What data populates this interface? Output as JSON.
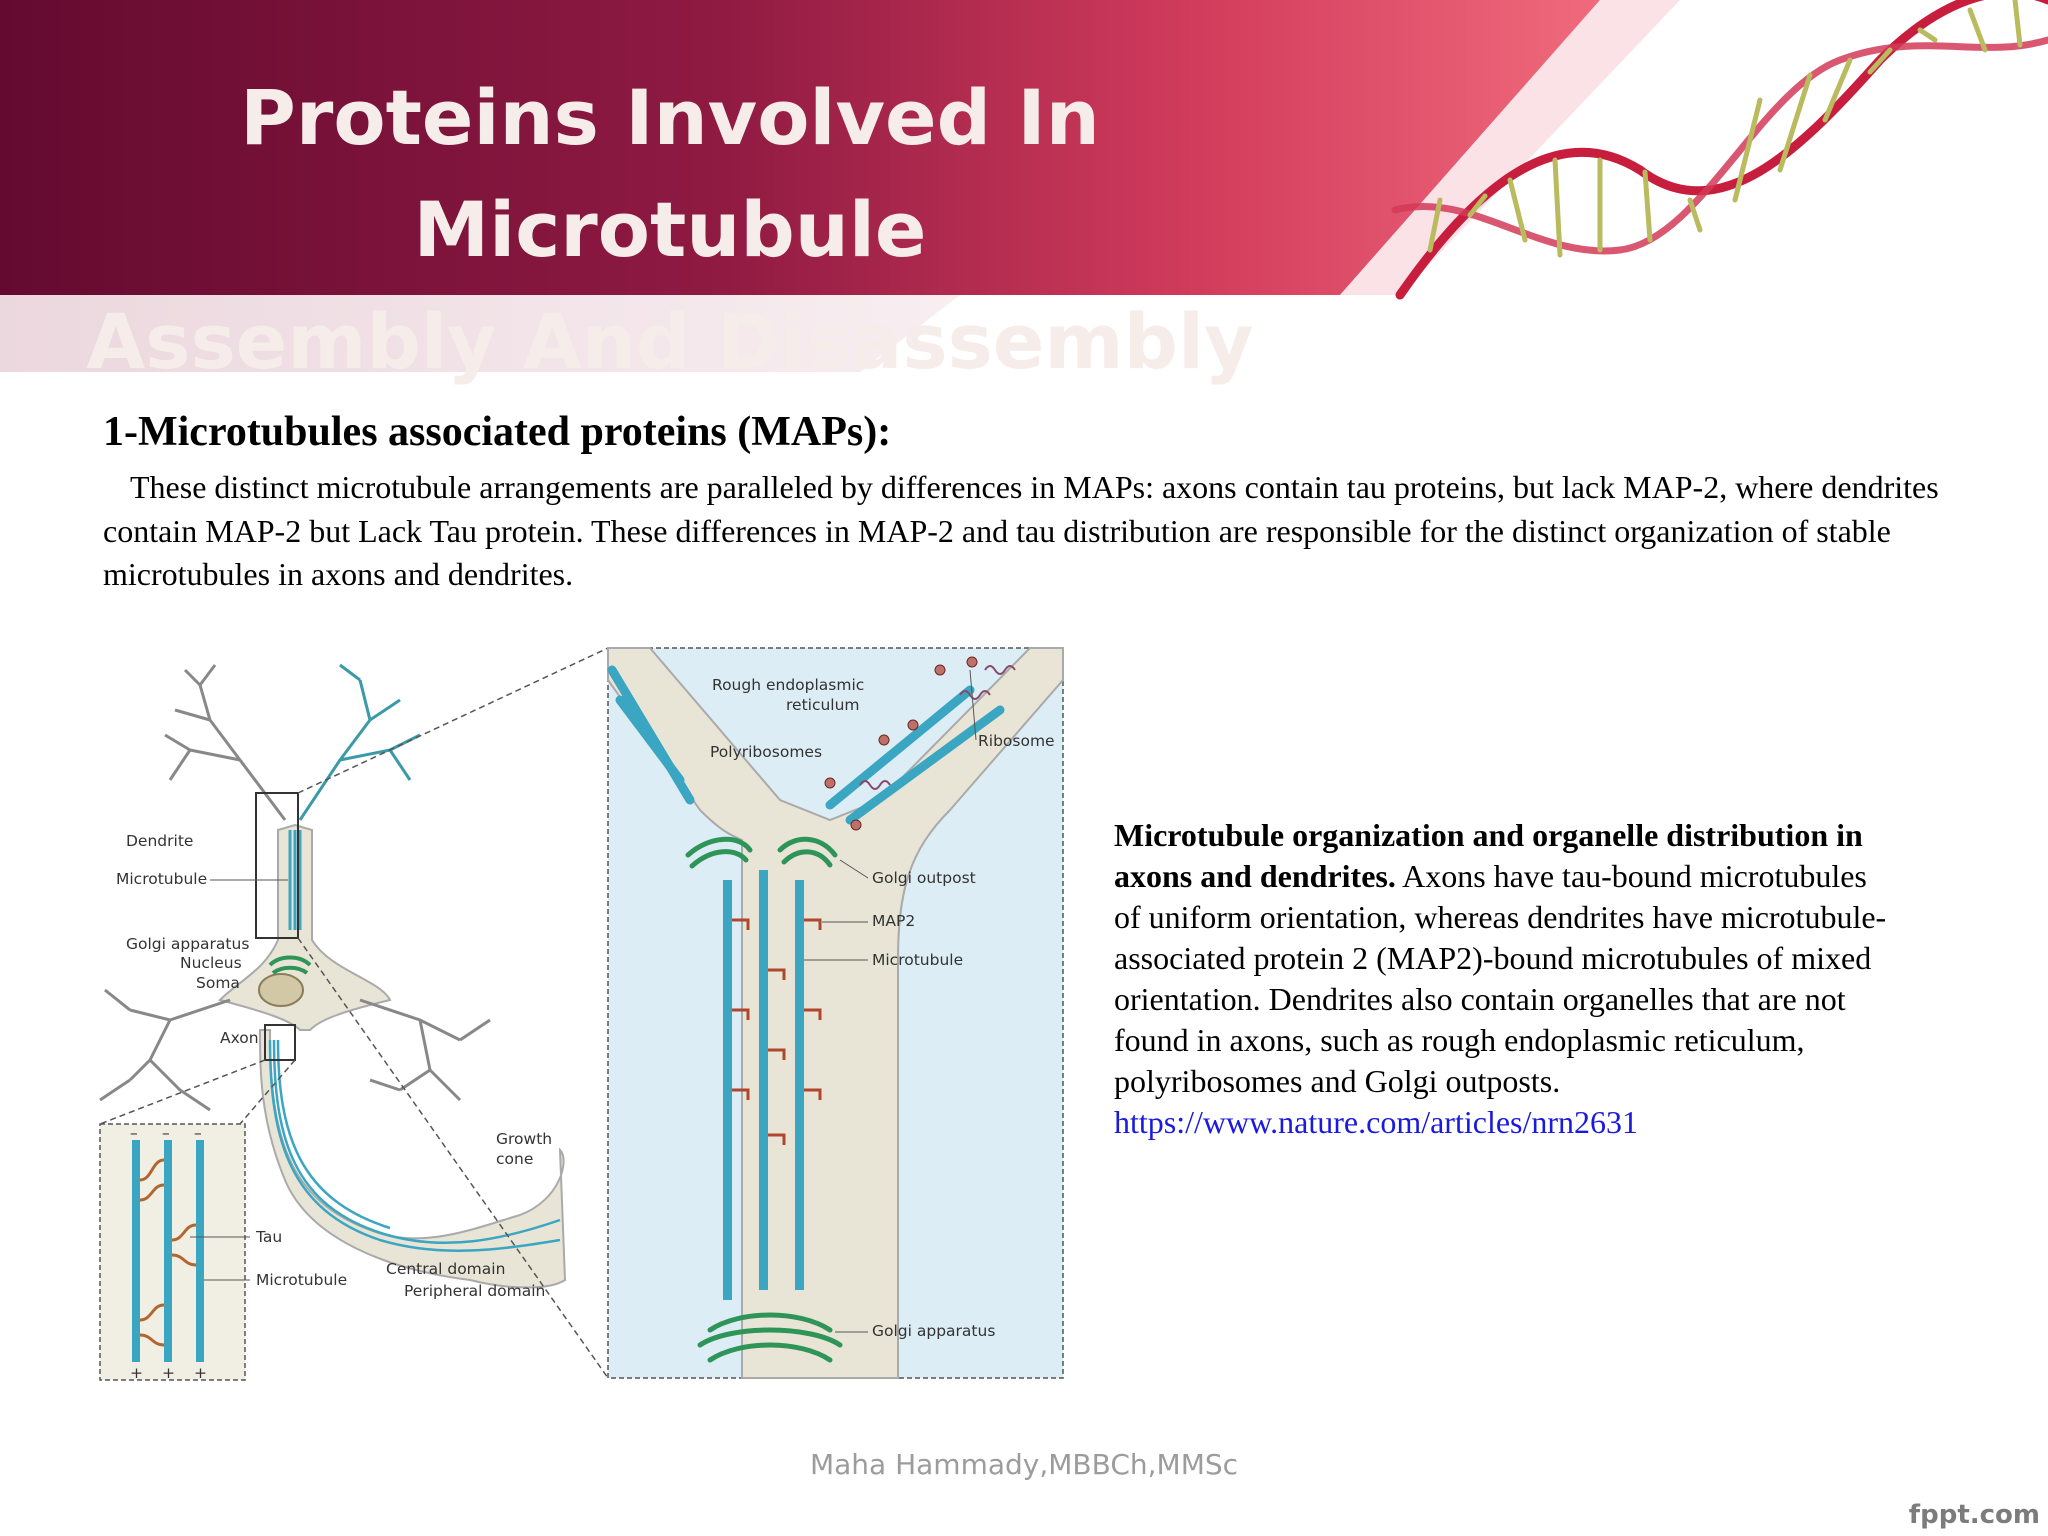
{
  "slide": {
    "title_line1": "Proteins Involved In Microtubule",
    "title_line2": "Assembly And Disassembly",
    "heading": "1-Microtubules associated proteins (MAPs):",
    "body": "These distinct microtubule arrangements are paralleled by differences in MAPs: axons contain tau proteins, but lack MAP-2, where dendrites contain MAP-2 but Lack Tau protein. These differences in MAP-2 and tau distribution are responsible for the distinct organization of stable microtubules in axons and dendrites.",
    "caption_bold": "Microtubule organization and organelle distribution in axons and dendrites.",
    "caption_text": " Axons have tau-bound microtubules of uniform orientation, whereas dendrites have microtubule-associated protein 2 (MAP2)-bound microtubules of mixed orientation. Dendrites also contain organelles that are not found in axons, such as rough endoplasmic reticulum, polyribosomes and Golgi outposts. ",
    "caption_link": "https://www.nature.com/articles/nrn2631",
    "footer": "Maha Hammady,MBBCh,MMSc",
    "brand": "fppt.com"
  },
  "figure": {
    "labels": {
      "dendrite": "Dendrite",
      "microtubule": "Microtubule",
      "golgi_apparatus": "Golgi apparatus",
      "nucleus": "Nucleus",
      "soma": "Soma",
      "axon": "Axon",
      "growth_cone_1": "Growth",
      "growth_cone_2": "cone",
      "central_domain": "Central domain",
      "peripheral_domain": "Peripheral domain",
      "tau": "Tau",
      "microtubule_axon": "Microtubule",
      "rough_er_1": "Rough endoplasmic",
      "rough_er_2": "reticulum",
      "polyribosomes": "Polyribosomes",
      "ribosome": "Ribosome",
      "golgi_outpost": "Golgi outpost",
      "map2": "MAP2",
      "microtubule_dendrite": "Microtubule",
      "golgi_apparatus_dendrite": "Golgi apparatus",
      "plus": "+",
      "minus": "–"
    }
  },
  "colors": {
    "banner_dark": "#6a0c34",
    "banner_mid": "#a8244c",
    "banner_light": "#e54a66",
    "microtubule": "#3ba6c2",
    "golgi": "#2e9457",
    "map2": "#b0462e",
    "link": "#1a1adf"
  }
}
